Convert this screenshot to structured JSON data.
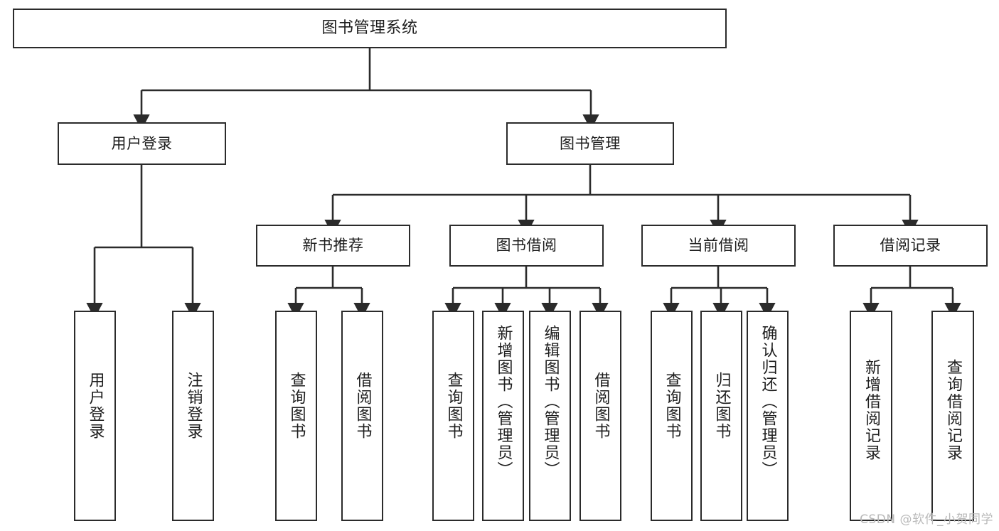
{
  "diagram": {
    "type": "tree",
    "title": "图书管理系统",
    "root": {
      "label": "图书管理系统"
    },
    "level2": [
      {
        "label": "用户登录"
      },
      {
        "label": "图书管理"
      }
    ],
    "level3": [
      {
        "label": "新书推荐"
      },
      {
        "label": "图书借阅"
      },
      {
        "label": "当前借阅"
      },
      {
        "label": "借阅记录"
      }
    ],
    "leaves": {
      "user_login": [
        {
          "label": "用户登录"
        },
        {
          "label": "注销登录"
        }
      ],
      "new_book_recommend": [
        {
          "label": "查询图书"
        },
        {
          "label": "借阅图书"
        }
      ],
      "book_borrow": [
        {
          "label": "查询图书"
        },
        {
          "label": "新增图书（管理员）"
        },
        {
          "label": "编辑图书（管理员）"
        },
        {
          "label": "借阅图书"
        }
      ],
      "current_borrow": [
        {
          "label": "查询图书"
        },
        {
          "label": "归还图书"
        },
        {
          "label": "确认归还（管理员）"
        }
      ],
      "borrow_record": [
        {
          "label": "新增借阅记录"
        },
        {
          "label": "查询借阅记录"
        }
      ]
    }
  },
  "watermark": {
    "text": "CSDN @软件_小贺同学"
  },
  "colors": {
    "border": "#2b2b2b",
    "background": "#ffffff",
    "text": "#1d1d1d",
    "edge": "#2b2b2b",
    "watermark": "#b9b9b9"
  }
}
